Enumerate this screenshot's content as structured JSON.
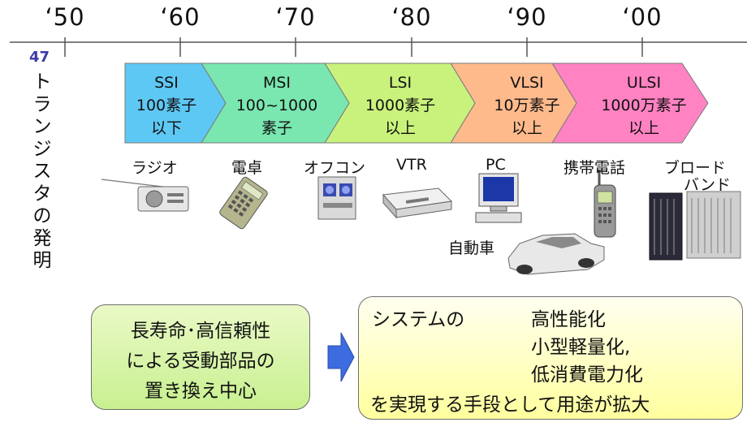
{
  "timeline": {
    "decades": [
      "‘50",
      "‘60",
      "‘70",
      "‘80",
      "‘90",
      "‘00"
    ],
    "marker_year": "47",
    "vertical_title": [
      "ト",
      "ラ",
      "ン",
      "ジ",
      "ス",
      "タ",
      "の",
      "発",
      "明"
    ]
  },
  "eras": [
    {
      "name": "SSI",
      "lines": [
        "100素子",
        "以下"
      ],
      "color": "#5ec8f4"
    },
    {
      "name": "MSI",
      "lines": [
        "100~1000",
        "素子"
      ],
      "color": "#7ae6b0"
    },
    {
      "name": "LSI",
      "lines": [
        "1000素子",
        "以上"
      ],
      "color": "#c9f27c"
    },
    {
      "name": "VLSI",
      "lines": [
        "10万素子",
        "以上"
      ],
      "color": "#ffba8c"
    },
    {
      "name": "ULSI",
      "lines": [
        "1000万素子",
        "以上"
      ],
      "color": "#ff82c2"
    }
  ],
  "applications": [
    {
      "label": "ラジオ"
    },
    {
      "label": "電卓"
    },
    {
      "label": "オフコン"
    },
    {
      "label": "VTR"
    },
    {
      "label": "PC"
    },
    {
      "label": "携帯電話"
    },
    {
      "label": "ブロード"
    },
    {
      "label": "バンド"
    },
    {
      "label": "自動車"
    }
  ],
  "left_box": {
    "lines": [
      "長寿命･高信頼性",
      "による受動部品の",
      "置き換え中心"
    ]
  },
  "right_box": {
    "line1_left": "システムの",
    "items": [
      "高性能化",
      "小型軽量化,",
      "低消費電力化"
    ],
    "last_line": "を実現する手段として用途が拡大"
  },
  "colors": {
    "arrow_blue": "#3d6be0",
    "green_box": "#c8f090",
    "yellow_box": "#ffff9e"
  }
}
